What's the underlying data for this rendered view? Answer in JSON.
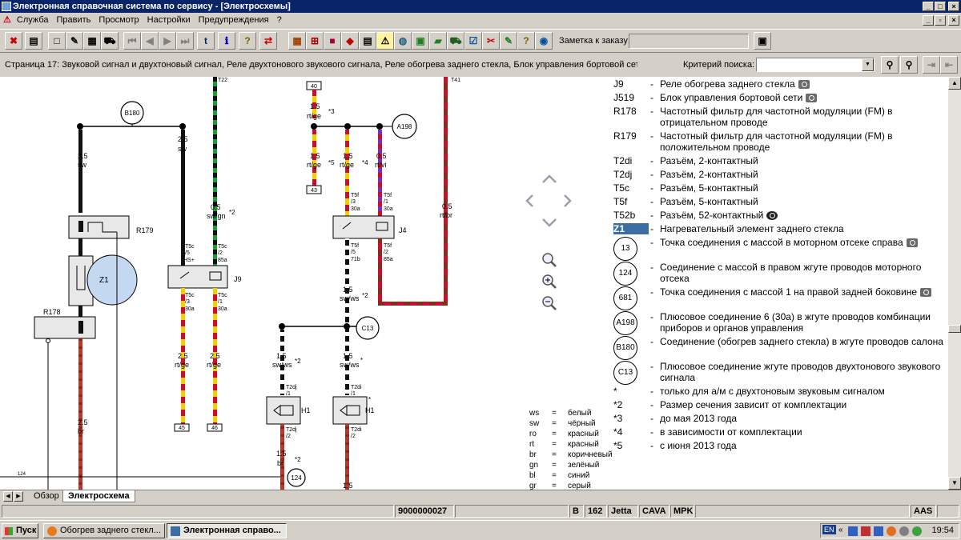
{
  "window": {
    "title": "Электронная справочная система по сервису - [Электросхемы]"
  },
  "menu": {
    "items": [
      "Служба",
      "Править",
      "Просмотр",
      "Настройки",
      "Предупреждения",
      "?"
    ]
  },
  "toolbar": {
    "note_label": "Заметка к заказу:",
    "note_value": ""
  },
  "page": {
    "description": "Страница 17: Звуковой сигнал и двухтоновый сигнал, Реле двухтонового звукового сигнала, Реле обогрева заднего стекла, Блок управления бортовой сети,",
    "criteria_label": "Критерий поиска:",
    "criteria_value": ""
  },
  "schematic": {
    "labels": {
      "b180": "B180",
      "a198": "A198",
      "c13": "C13",
      "n124": "124",
      "n124b": "124",
      "r179": "R179",
      "r178": "R178",
      "z1": "Z1",
      "j9": "J9",
      "j4": "J4",
      "h1a": "H1",
      "h1b": "H1",
      "w1": "2.5",
      "w1c": "sw",
      "w2": "2.5",
      "w2c": "sw",
      "w3": "0.5",
      "w3c": "sw/gn",
      "w3n": "*2",
      "w4": "1.5",
      "w4c": "rt/ge",
      "w4n": "*3",
      "w5": "1.5",
      "w5c": "rt/ge",
      "w5n": "*5",
      "w6": "1.5",
      "w6c": "rt/ge",
      "w6n": "*4",
      "w7": "0.5",
      "w7c": "rt/vi",
      "w8": "0.5",
      "w8c": "rt/br",
      "w9": "1.5",
      "w9c": "sw/ws",
      "w9n": "*2",
      "w10": "2.5",
      "w10c": "rt/ge",
      "w11": "2.5",
      "w11c": "rt/ge",
      "w12": "1.5",
      "w12c": "sw/ws",
      "w12n": "*2",
      "w13": "1.5",
      "w13c": "sw/ws",
      "w13n": "*",
      "w14": "2.5",
      "w14c": "br",
      "w15": "1.5",
      "w15c": "br",
      "w15n": "*2",
      "w16": "1.5",
      "t22": "T22",
      "t41": "T41",
      "p40": "40",
      "p43": "43",
      "p45": "45",
      "p46": "46",
      "t5c_a": "T5c",
      "t5c_a2": "/5",
      "t5c_a3": "HS+",
      "t5c_b": "T5c",
      "t5c_b2": "/2",
      "t5c_b3": "85a",
      "t5c_c": "T5c",
      "t5c_c2": "/3",
      "t5c_c3": "30a",
      "t5c_d": "T5c",
      "t5c_d2": "/1",
      "t5c_d3": "30a",
      "t5f_a": "T5f",
      "t5f_a2": "/3",
      "t5f_a3": "30a",
      "t5f_b": "T5f",
      "t5f_b2": "/1",
      "t5f_b3": "30a",
      "t5f_c": "T5f",
      "t5f_c2": "/5",
      "t5f_c3": "71b",
      "t5f_d": "T5f",
      "t5f_d2": "/2",
      "t5f_d3": "85a",
      "t2dj_a": "T2dj",
      "t2dj_a2": "/1",
      "t2dj_b": "T2dj",
      "t2dj_b2": "/2",
      "t2di_a": "T2di",
      "t2di_a2": "/1",
      "t2di_b": "T2di",
      "t2di_b2": "/2",
      "star": "*"
    }
  },
  "legend": {
    "items": [
      {
        "code": "J9",
        "text": "Реле обогрева заднего стекла",
        "camera": true
      },
      {
        "code": "J519",
        "text": "Блок управления бортовой сети",
        "camera": true
      },
      {
        "code": "R178",
        "text": "Частотный фильтр для частотной модуляции (FM) в отрицательном проводе",
        "camera": false
      },
      {
        "code": "R179",
        "text": "Частотный фильтр для частотной модуляции (FM) в положительном проводе",
        "camera": false
      },
      {
        "code": "T2di",
        "text": "Разъём, 2-контактный",
        "camera": false
      },
      {
        "code": "T2dj",
        "text": "Разъём, 2-контактный",
        "camera": false
      },
      {
        "code": "T5c",
        "text": "Разъём, 5-контактный",
        "camera": false
      },
      {
        "code": "T5f",
        "text": "Разъём, 5-контактный",
        "camera": false
      },
      {
        "code": "T52b",
        "text": "Разъём, 52-контактный",
        "camera": false
      },
      {
        "code": "Z1",
        "text": "Нагревательный элемент заднего стекла",
        "camera": false
      }
    ],
    "circles": [
      {
        "code": "13",
        "text": "Точка соединения с массой в моторном отсеке справа",
        "camera": true
      },
      {
        "code": "124",
        "text": "Соединение с массой в правом жгуте проводов моторного отсека",
        "camera": false
      },
      {
        "code": "681",
        "text": "Точка соединения с массой 1 на правой задней боковине",
        "camera": true
      },
      {
        "code": "A198",
        "text": "Плюсовое соединение 6 (30а) в жгуте проводов комбинации приборов и органов управления",
        "camera": false
      },
      {
        "code": "B180",
        "text": "Соединение (обогрев заднего стекла) в жгуте проводов салона",
        "camera": false
      },
      {
        "code": "C13",
        "text": "Плюсовое соединение жгуте проводов двухтонового звукового сигнала",
        "camera": false
      }
    ],
    "notes": [
      {
        "code": "*",
        "text": "только для а/м с двухтоновым звуковым сигналом"
      },
      {
        "code": "*2",
        "text": "Размер сечения зависит от комплектации"
      },
      {
        "code": "*3",
        "text": "до мая 2013 года"
      },
      {
        "code": "*4",
        "text": "в зависимости от комплектации"
      },
      {
        "code": "*5",
        "text": "с июня 2013 года"
      }
    ]
  },
  "colors": [
    {
      "abbr": "ws",
      "eq": "=",
      "name": "белый"
    },
    {
      "abbr": "sw",
      "eq": "=",
      "name": "чёрный"
    },
    {
      "abbr": "ro",
      "eq": "=",
      "name": "красный"
    },
    {
      "abbr": "rt",
      "eq": "=",
      "name": "красный"
    },
    {
      "abbr": "br",
      "eq": "=",
      "name": "коричневый"
    },
    {
      "abbr": "gn",
      "eq": "=",
      "name": "зелёный"
    },
    {
      "abbr": "bl",
      "eq": "=",
      "name": "синий"
    },
    {
      "abbr": "gr",
      "eq": "=",
      "name": "серый"
    }
  ],
  "tabs": [
    {
      "label": "Обзор",
      "active": false
    },
    {
      "label": "Электросхема",
      "active": true
    }
  ],
  "status": {
    "order": "9000000027",
    "b": "B",
    "code": "162",
    "model": "Jetta",
    "engine": "CAVA",
    "trans": "MPK",
    "aas": "AAS"
  },
  "taskbar": {
    "start": "Пуск",
    "tasks": [
      {
        "label": "Обогрев заднего стекл...",
        "active": false
      },
      {
        "label": "Электронная справо...",
        "active": true
      }
    ],
    "lang": "EN",
    "time": "19:54"
  },
  "theme": {
    "title_bg": "#0a246a",
    "highlight": "#3a6ea5",
    "wire_red": "#c8102e",
    "wire_yellow": "#f0d000",
    "wire_brown": "#b23a2e",
    "wire_green": "#1e9a3a",
    "wire_violet": "#7b2fbe"
  }
}
